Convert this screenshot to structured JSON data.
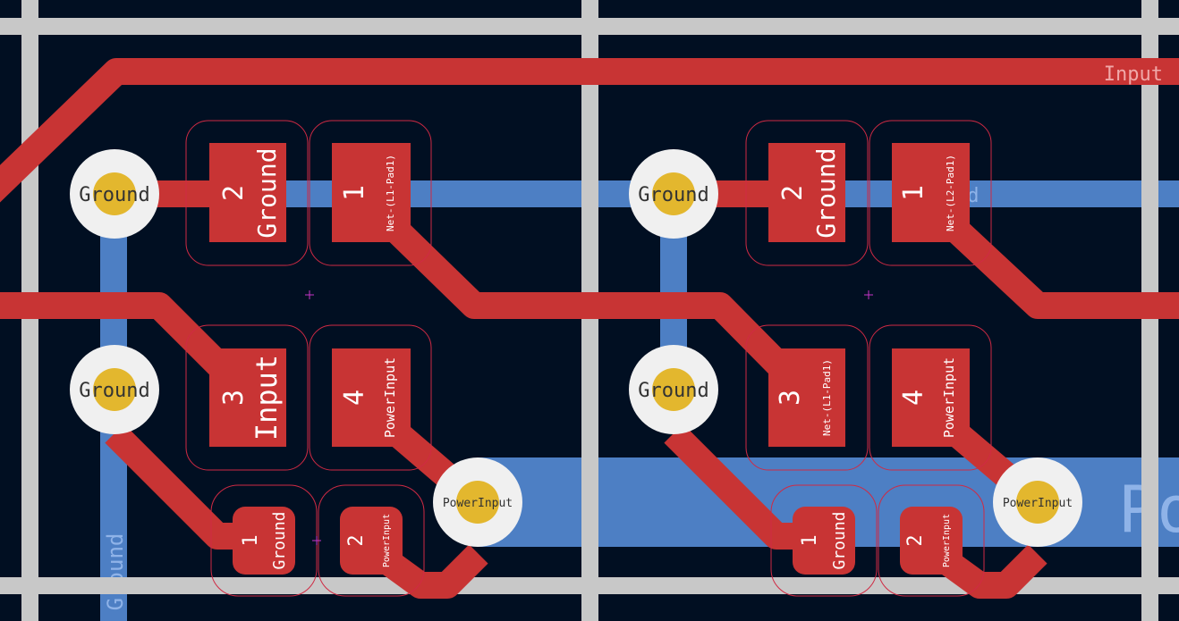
{
  "colors": {
    "background": "#010f22",
    "copper_front": "#c83434",
    "copper_back": "#4d7fc4",
    "edge": "#c8c8c8",
    "via_ring": "#f0f0f0",
    "via_hole": "#e3b72e",
    "courtyard": "#d02a44",
    "pad_text": "#ffffff",
    "back_text": "#8fb3e8",
    "front_text": "#f0a8a8",
    "anchor": "#c835c8"
  },
  "labels": {
    "input_net": "Input",
    "back_ground_left": "Ground",
    "back_ground_right": "nd",
    "big_power": "Po"
  },
  "vias": [
    {
      "id": "ground-a",
      "label": "Ground"
    },
    {
      "id": "ground-b",
      "label": "Ground"
    },
    {
      "id": "power-a",
      "label": "PowerInput"
    },
    {
      "id": "ground-c",
      "label": "Ground"
    },
    {
      "id": "ground-d",
      "label": "Ground"
    },
    {
      "id": "power-b",
      "label": "PowerInput"
    }
  ],
  "pads": [
    {
      "id": "l1-pad2",
      "number": "2",
      "net": "Ground"
    },
    {
      "id": "l1-pad1",
      "number": "1",
      "net": "Net-(L1-Pad1)"
    },
    {
      "id": "l1-pad3",
      "number": "3",
      "net": "Input"
    },
    {
      "id": "l1-pad4",
      "number": "4",
      "net": "PowerInput"
    },
    {
      "id": "c1-pad1",
      "number": "1",
      "net": "Ground"
    },
    {
      "id": "c1-pad2",
      "number": "2",
      "net": "PowerInput"
    },
    {
      "id": "l2-pad2",
      "number": "2",
      "net": "Ground"
    },
    {
      "id": "l2-pad1",
      "number": "1",
      "net": "Net-(L2-Pad1)"
    },
    {
      "id": "l2-pad3",
      "number": "3",
      "net": "Net-(L1-Pad1)"
    },
    {
      "id": "l2-pad4",
      "number": "4",
      "net": "PowerInput"
    },
    {
      "id": "c2-pad1",
      "number": "1",
      "net": "Ground"
    },
    {
      "id": "c2-pad2",
      "number": "2",
      "net": "PowerInput"
    }
  ]
}
